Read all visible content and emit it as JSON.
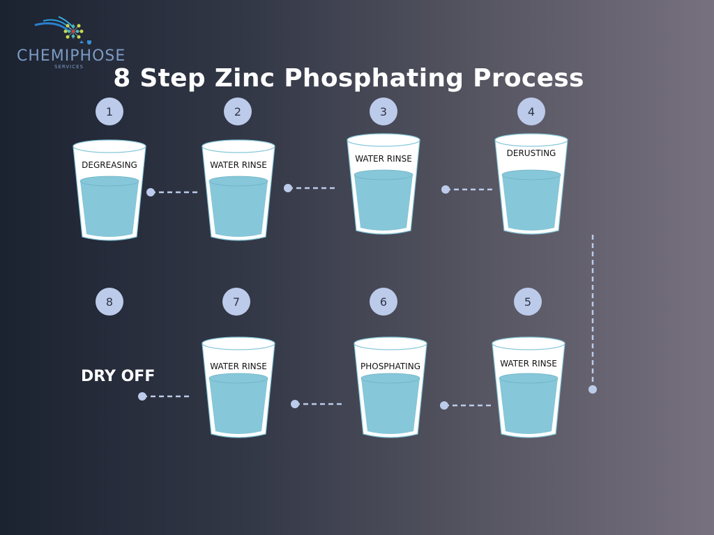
{
  "logo": {
    "name": "CHEMIPHOSE",
    "sub": "SERVICES"
  },
  "title": "8 Step Zinc Phosphating Process",
  "steps": [
    {
      "number": "1",
      "label": "DEGREASING"
    },
    {
      "number": "2",
      "label": "WATER RINSE"
    },
    {
      "number": "3",
      "label": "WATER RINSE"
    },
    {
      "number": "4",
      "label": "DERUSTING"
    },
    {
      "number": "5",
      "label": "WATER RINSE"
    },
    {
      "number": "6",
      "label": "PHOSPHATING"
    },
    {
      "number": "7",
      "label": "WATER RINSE"
    },
    {
      "number": "8",
      "label": "DRY OFF"
    }
  ],
  "colors": {
    "badge": "#bccbea",
    "water": "#86c7d9",
    "connector": "#bccbea"
  }
}
